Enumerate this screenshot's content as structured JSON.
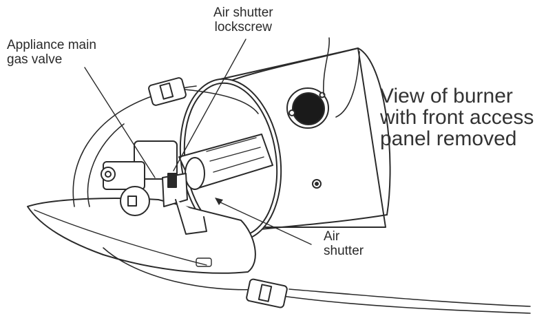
{
  "callouts": {
    "air_shutter_lockscrew": [
      "Air shutter",
      "lockscrew"
    ],
    "appliance_main_gas_valve": [
      "Appliance main",
      "gas valve"
    ],
    "air_shutter": [
      "Air",
      "shutter"
    ]
  },
  "caption": [
    "View of burner",
    "with front access",
    "panel removed"
  ],
  "colors": {
    "ink": "#2a2a2a",
    "background": "#ffffff",
    "cap": "#1a1a1a"
  }
}
